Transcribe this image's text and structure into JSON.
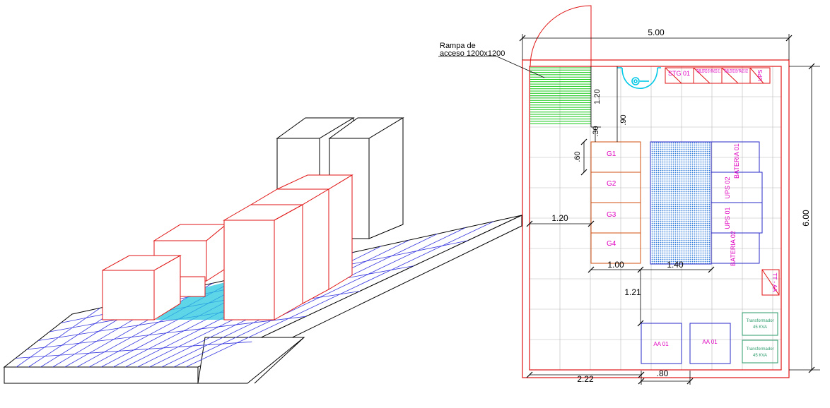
{
  "ramp_label": {
    "line1": "Rampa  de",
    "line2": "acceso  1200x1200"
  },
  "dimensions": {
    "width_total": "5.00",
    "height_total": "6.00",
    "ramp_h": "1.20",
    "gap_90": ".90",
    "gap_30": ".30",
    "gen_h": ".60",
    "left_120": "1.20",
    "gen_w": "1.00",
    "batt_w": "1.40",
    "vert_121": "1.21",
    "bottom_222": "2.22",
    "bottom_80": ".80"
  },
  "top_panels": [
    "STG  01",
    "TABLERO BYPASS 01",
    "TABLERO BYPASS 02",
    "UPS"
  ],
  "generators": [
    "G1",
    "G2",
    "G3",
    "G4"
  ],
  "right_stack": [
    "BATERIA  01",
    "UPS  02",
    "UPS  01",
    "BATERIA  02"
  ],
  "ac_units": [
    "AA  01",
    "AA  01"
  ],
  "transformers": [
    {
      "name": "Transformador",
      "rating": "45 KVA"
    },
    {
      "name": "Transformador",
      "rating": "45 KVA"
    }
  ],
  "small_panel": "TT - AA",
  "colors": {
    "wall": "#e01414",
    "grid": "#b8b8b8",
    "equipment": "#2828c8",
    "generator": "#d05010",
    "label": "#e000c0",
    "ramp": "#14c814",
    "toilet": "#00c8e6",
    "transformer": "#2a9a6a",
    "dim": "#000000",
    "blue_grid": "#3535e0",
    "cyan_fill": "#28c8e0"
  }
}
